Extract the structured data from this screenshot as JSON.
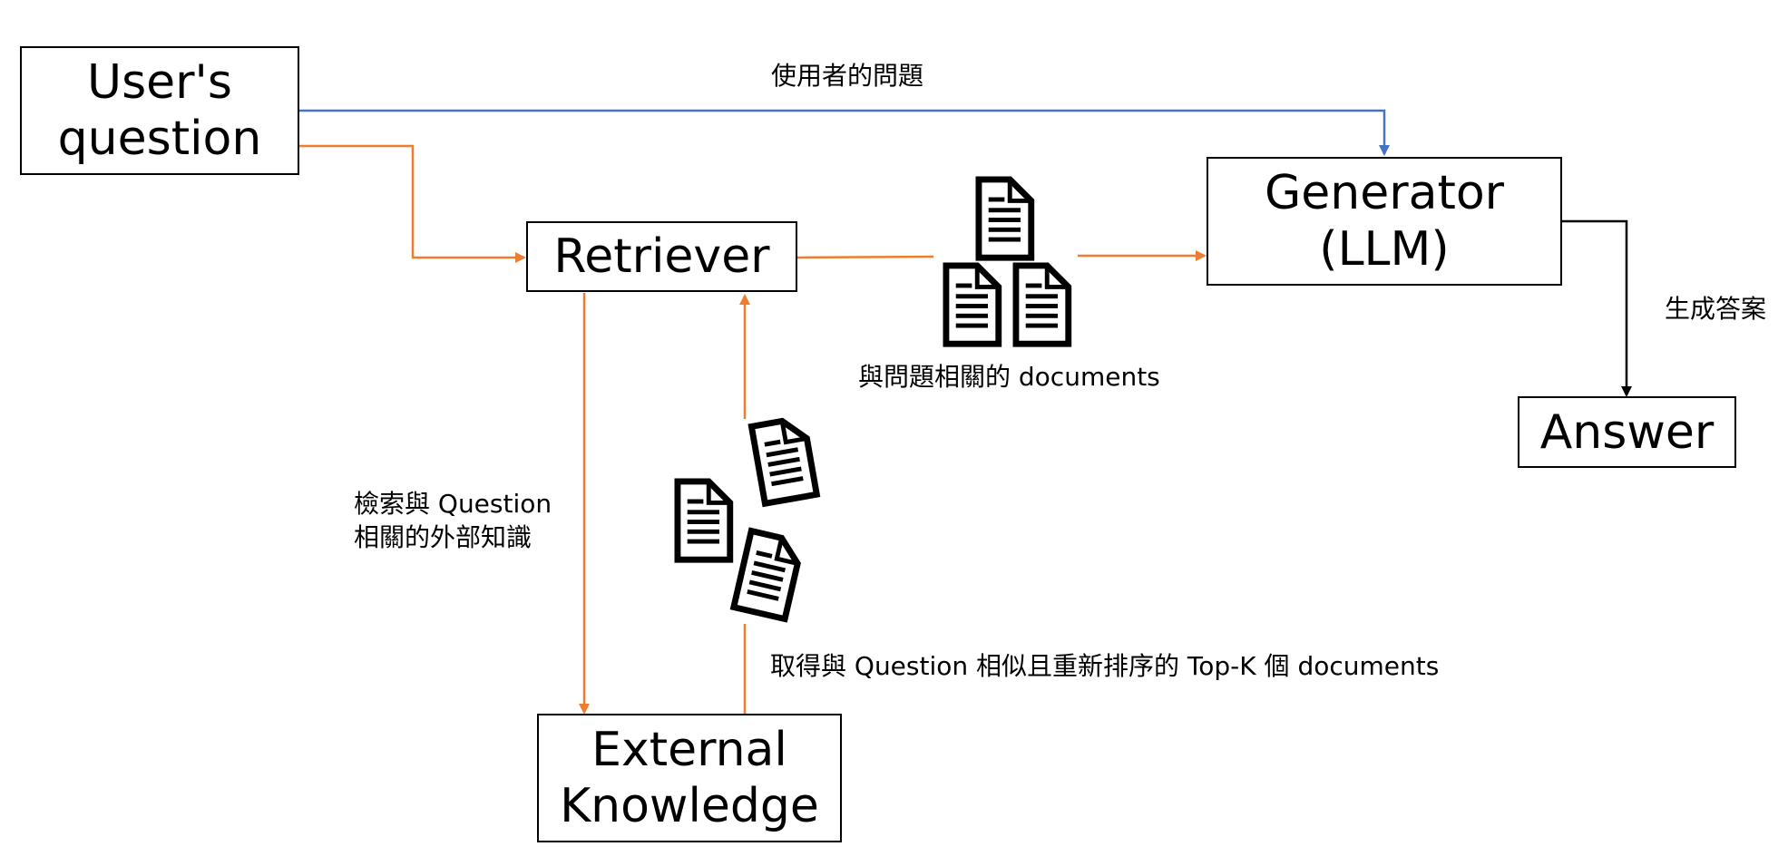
{
  "nodes": {
    "users_question": {
      "line1": "User's",
      "line2": "question"
    },
    "retriever": {
      "label": "Retriever"
    },
    "generator": {
      "line1": "Generator",
      "line2": "(LLM)"
    },
    "answer": {
      "label": "Answer"
    },
    "external_knowledge": {
      "line1": "External",
      "line2": "Knowledge"
    }
  },
  "edge_labels": {
    "user_question_zh": "使用者的問題",
    "relevant_documents": "與問題相關的 documents",
    "generate_answer": "生成答案",
    "retrieve_line1": "檢索與 Question",
    "retrieve_line2": "相關的外部知識",
    "topk_documents": "取得與 Question 相似且重新排序的 Top-K 個 documents"
  },
  "colors": {
    "orange_arrow": "#ED7D31",
    "blue_arrow": "#4472C4",
    "black_arrow": "#000000"
  },
  "icons": [
    "document-icon",
    "document-icon",
    "document-icon",
    "document-icon",
    "document-icon",
    "document-icon"
  ]
}
